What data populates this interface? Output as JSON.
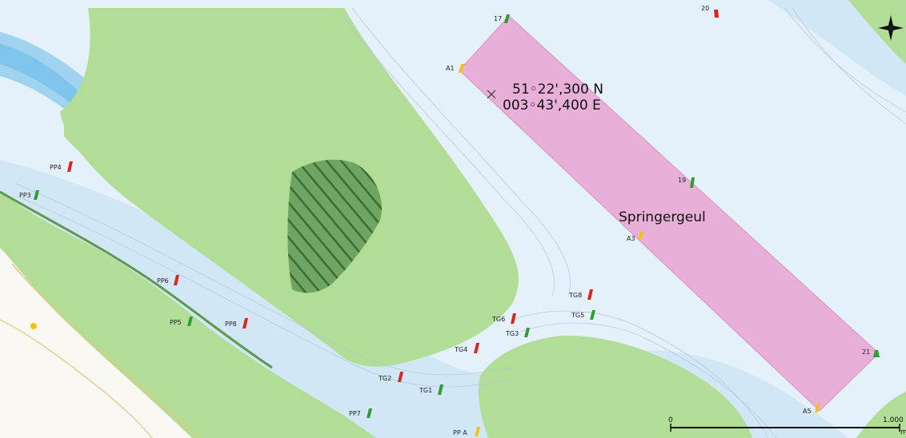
{
  "colors": {
    "water_shallow": "#d6ebf7",
    "water_channel": "#eaf4fc",
    "water_deep_blue": "#9fd3ef",
    "land_green": "#b1dd96",
    "land_dark_edge": "#5e9a4e",
    "hatched": "#6fa563",
    "zone_pink": "#e8b0d9",
    "shore_sand": "#faf8f2",
    "buoy_red": "#d9251c",
    "buoy_green": "#2f9e2f",
    "buoy_yellow": "#f2c218"
  },
  "map": {
    "coordinate": {
      "lat": "51◦22',300 N",
      "lon": "003◦43',400 E",
      "marker_icon": "cross-icon"
    },
    "area_label": "Springergeul",
    "compass_icon": "compass-rose-icon",
    "scale": {
      "start": "0",
      "end": "1.000",
      "unit": "m"
    }
  },
  "buoys": [
    {
      "label": "17",
      "color": "green"
    },
    {
      "label": "20",
      "color": "red"
    },
    {
      "label": "A1",
      "color": "yellow"
    },
    {
      "label": "19",
      "color": "green"
    },
    {
      "label": "A3",
      "color": "yellow"
    },
    {
      "label": "21",
      "color": "green"
    },
    {
      "label": "A5",
      "color": "yellow"
    },
    {
      "label": "PP4",
      "color": "red"
    },
    {
      "label": "PP3",
      "color": "green"
    },
    {
      "label": "PP6",
      "color": "red"
    },
    {
      "label": "PP5",
      "color": "green"
    },
    {
      "label": "PP8",
      "color": "red"
    },
    {
      "label": "PP7",
      "color": "green"
    },
    {
      "label": "PP A",
      "color": "yellow"
    },
    {
      "label": "TG8",
      "color": "red"
    },
    {
      "label": "TG6",
      "color": "red"
    },
    {
      "label": "TG5",
      "color": "green"
    },
    {
      "label": "TG3",
      "color": "green"
    },
    {
      "label": "TG4",
      "color": "red"
    },
    {
      "label": "TG2",
      "color": "red"
    },
    {
      "label": "TG1",
      "color": "green"
    }
  ]
}
